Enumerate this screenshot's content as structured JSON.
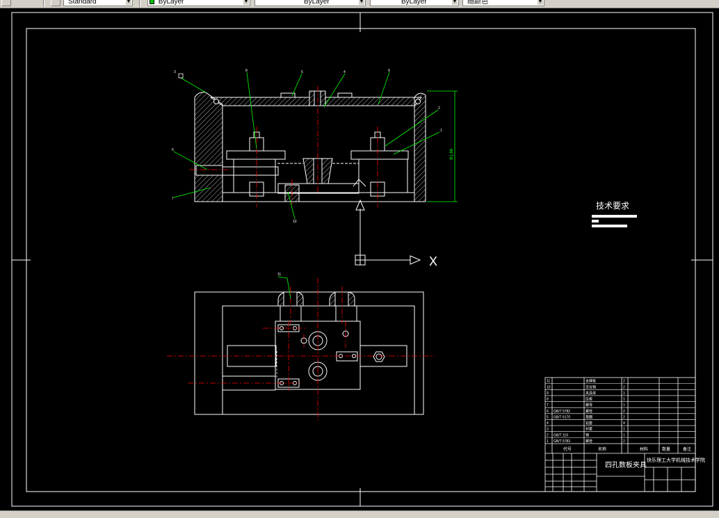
{
  "toolbar": {
    "textstyle": "Standard",
    "layer_color": "ByLayer",
    "linetype": "ByLayer",
    "lineweight": "ByLayer",
    "plotstyle": "随颜色"
  },
  "colors": {
    "background": "#000000",
    "lines": "#ffffff",
    "centerlines": "#ff0000",
    "leaders": "#00ff00",
    "dimension": "#00ff00",
    "layer_swatch": "#00c000"
  },
  "drawing": {
    "front_view": {
      "balloons": [
        "1",
        "2",
        "3",
        "4",
        "5",
        "6",
        "7",
        "8",
        "9",
        "10"
      ],
      "dimension": "Φ1.66"
    },
    "top_view": {
      "balloons": [
        "11"
      ]
    },
    "tech_requirements": {
      "title": "技术要求"
    },
    "ucs": {
      "x_label": "X"
    },
    "title_block": {
      "name": "四孔数板夹具",
      "school": "快乐理工大学机械技术学院",
      "headers": [
        "代号",
        "名称",
        "材料",
        "数量",
        "备注"
      ],
      "rows": [
        {
          "no": "11",
          "code": "",
          "name": "支撑板",
          "qty": "2",
          "mat": ""
        },
        {
          "no": "10",
          "code": "",
          "name": "定位销",
          "qty": "2",
          "mat": ""
        },
        {
          "no": "9",
          "code": "",
          "name": "夹具体",
          "qty": "1",
          "mat": ""
        },
        {
          "no": "8",
          "code": "",
          "name": "压板",
          "qty": "1",
          "mat": ""
        },
        {
          "no": "7",
          "code": "",
          "name": "螺母",
          "qty": "1",
          "mat": ""
        },
        {
          "no": "6",
          "code": "GB/T 5782",
          "name": "螺栓",
          "qty": "2",
          "mat": ""
        },
        {
          "no": "5",
          "code": "GB/T 6170",
          "name": "垫圈",
          "qty": "2",
          "mat": ""
        },
        {
          "no": "4",
          "code": "",
          "name": "钻套",
          "qty": "4",
          "mat": ""
        },
        {
          "no": "3",
          "code": "",
          "name": "衬套",
          "qty": "1",
          "mat": ""
        },
        {
          "no": "2",
          "code": "GB/T 119",
          "name": "销",
          "qty": "1",
          "mat": ""
        },
        {
          "no": "1",
          "code": "GB/T 5783",
          "name": "螺栓",
          "qty": "2",
          "mat": ""
        }
      ]
    }
  }
}
